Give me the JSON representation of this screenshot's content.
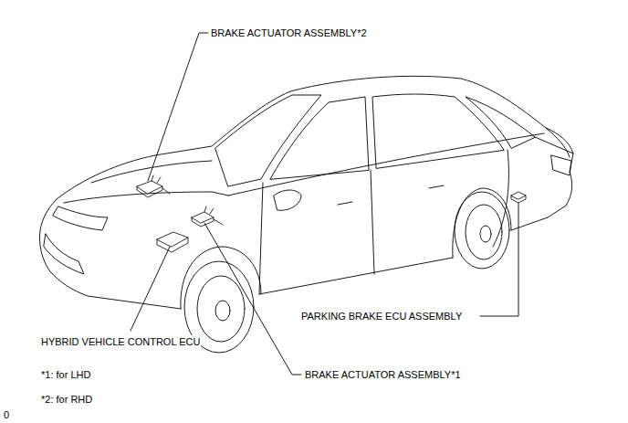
{
  "diagram": {
    "labels": [
      "BRAKE ACTUATOR ASSEMBLY*2",
      "PARKING BRAKE ECU ASSEMBLY",
      "HYBRID VEHICLE CONTROL ECU",
      "BRAKE ACTUATOR ASSEMBLY*1",
      "*1: for LHD",
      "*2: for RHD",
      "0"
    ]
  }
}
